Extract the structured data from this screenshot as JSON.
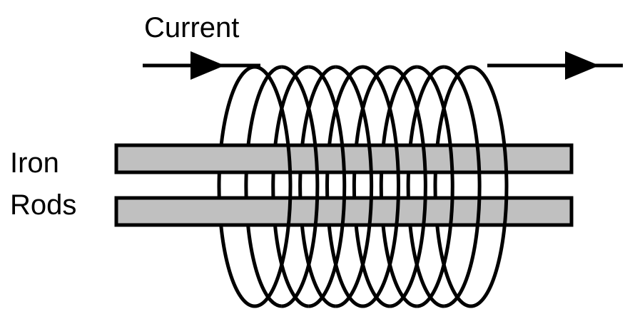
{
  "labels": {
    "current": "Current",
    "rods_line1": "Iron",
    "rods_line2": "Rods"
  },
  "colors": {
    "rod_fill": "#c0c0c0",
    "line": "#000000",
    "background": "#ffffff"
  },
  "coil": {
    "turns": 9
  }
}
